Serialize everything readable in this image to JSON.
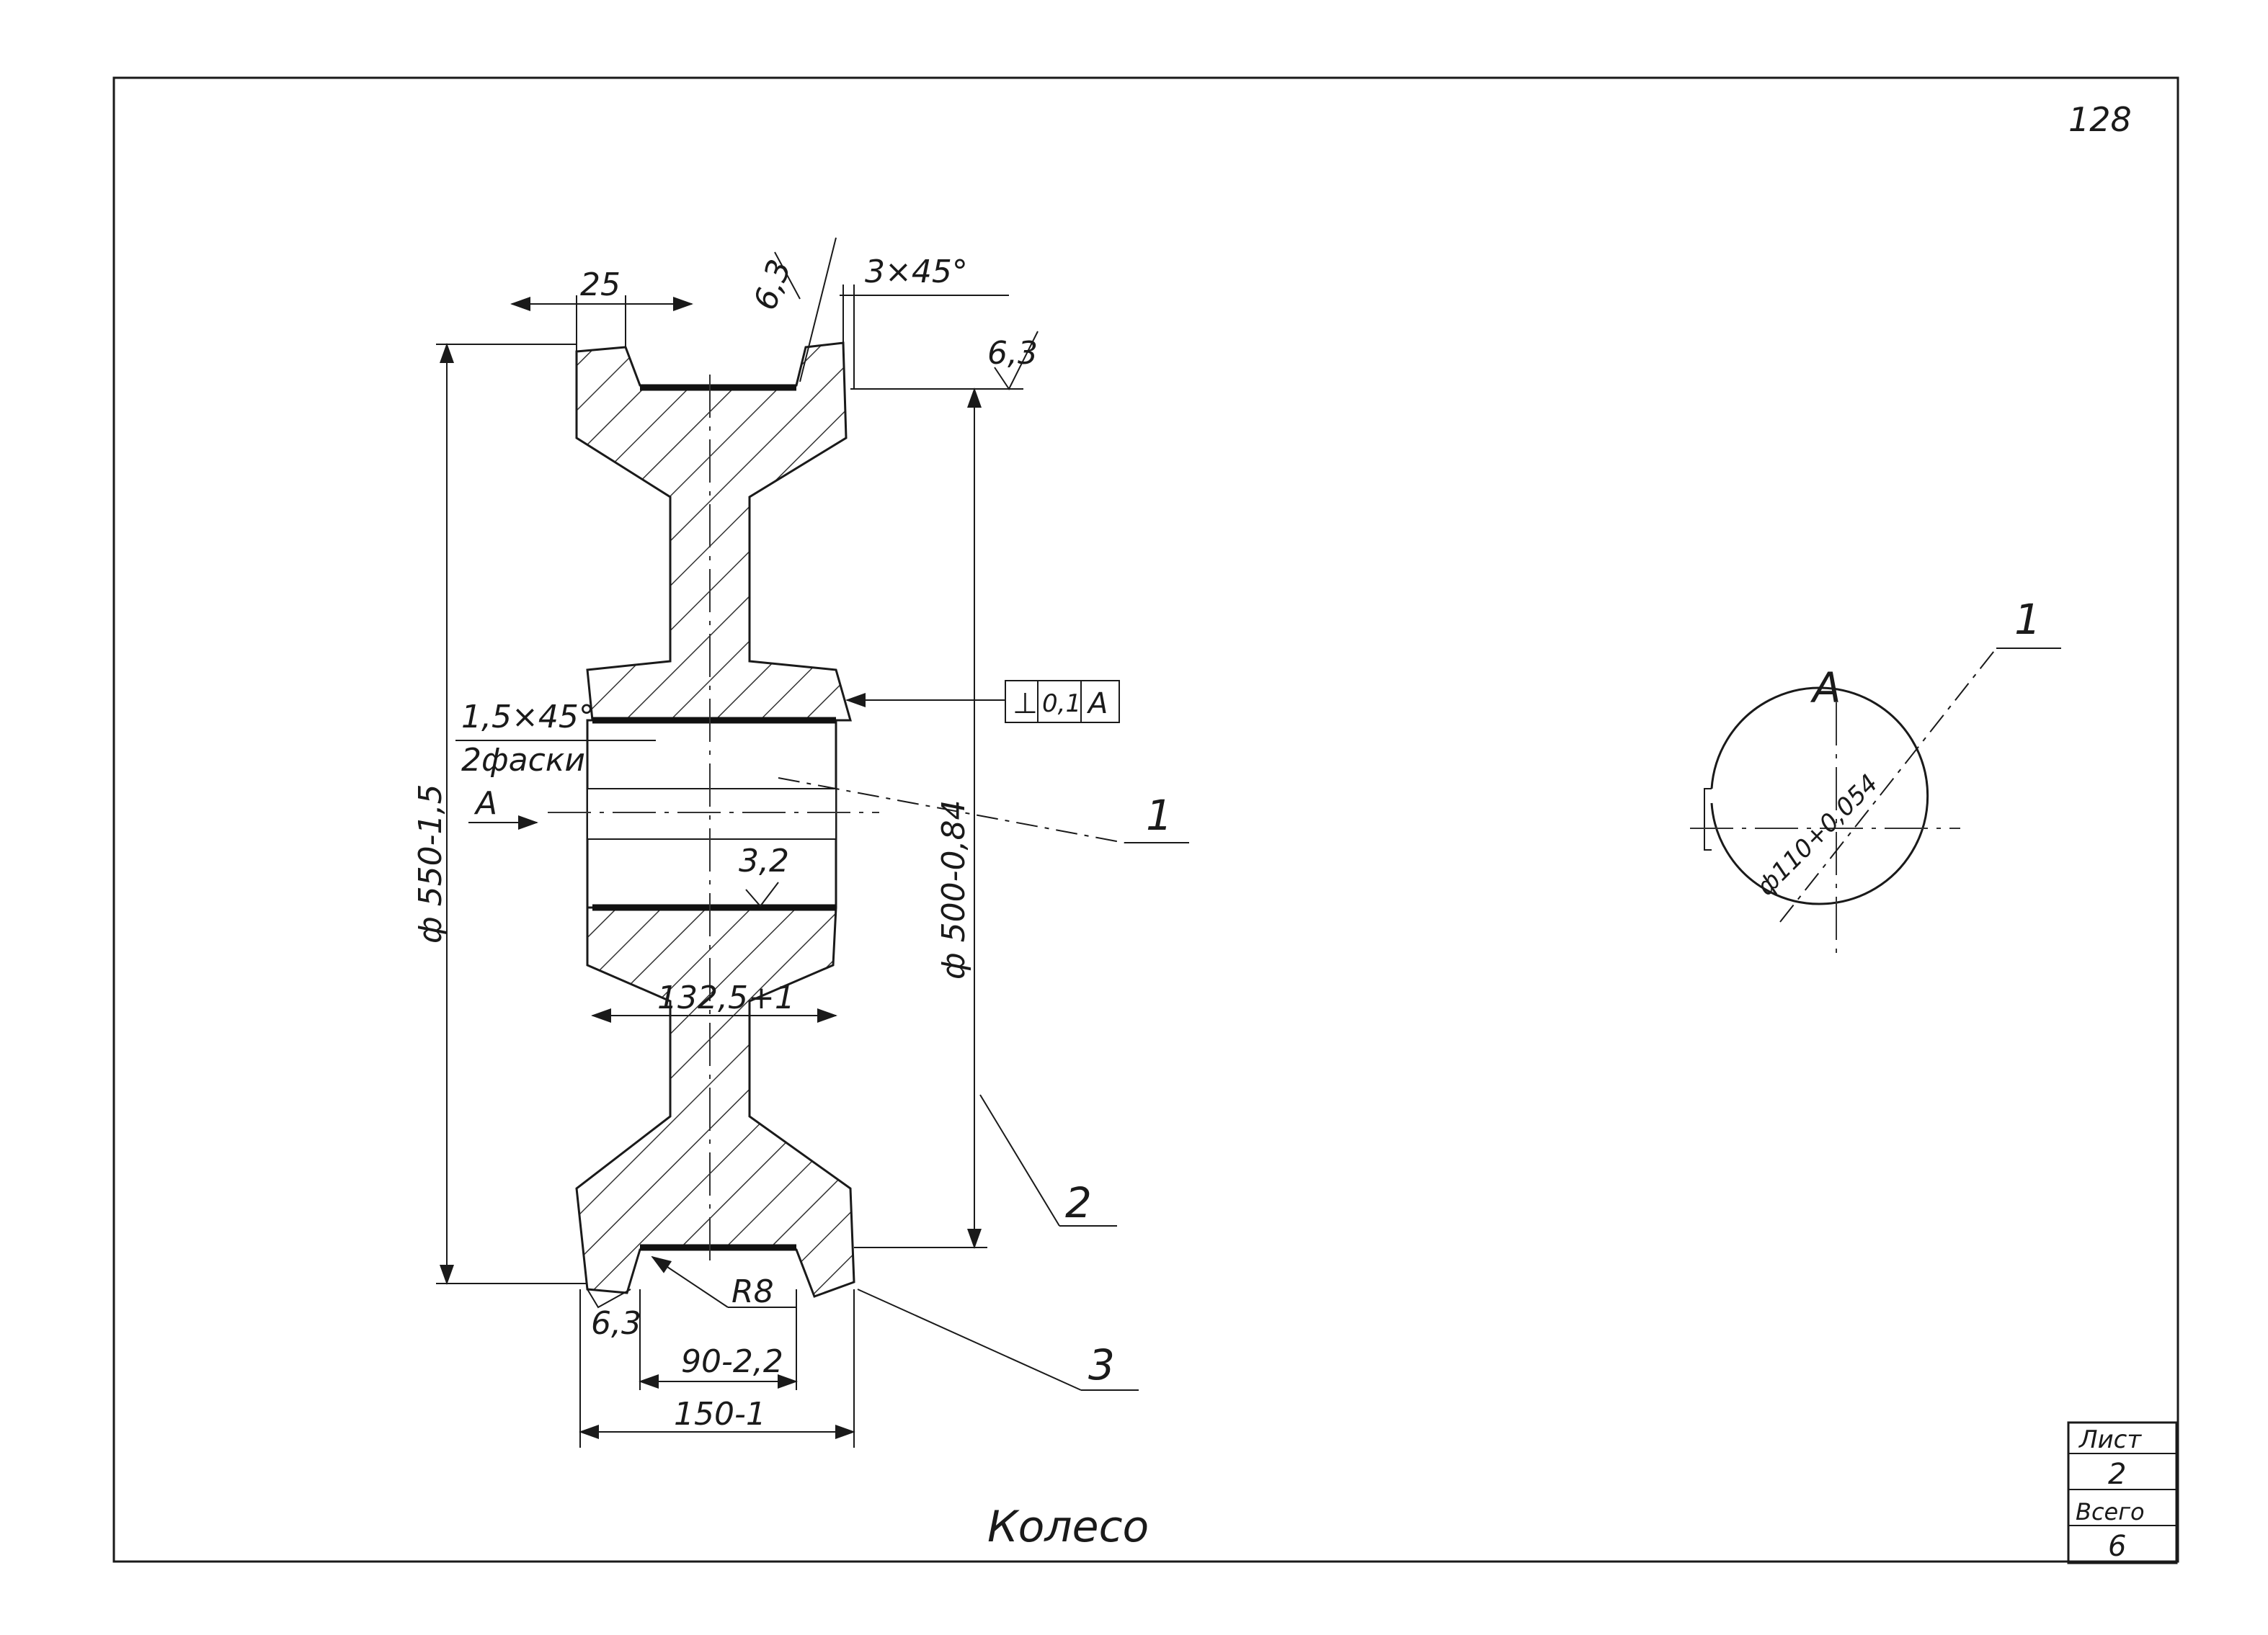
{
  "sheet": {
    "page_number": "128",
    "title": "Колесо",
    "stamp": {
      "list_label": "Лист",
      "list_value": "2",
      "total_label": "Всего",
      "total_value": "6"
    }
  },
  "dimensions": {
    "rim_width": "25",
    "roughness_flank": "6,3",
    "chamfer_rim": "3×45°",
    "roughness_top": "6,3",
    "outer_diameter": "ф 550-1,5",
    "tread_diameter": "ф 500-0,84",
    "bore_chamfer": "1,5×45°",
    "bore_chamfer_note": "2фаски",
    "bore_roughness": "3,2",
    "hub_length": "132,5+1",
    "groove_radius": "R8",
    "roughness_bottom": "6,3",
    "groove_width": "90-2,2",
    "total_width": "150-1"
  },
  "tolerance_frame": {
    "symbol": "⊥",
    "value": "0,1",
    "datum": "A"
  },
  "section_markers": {
    "left_marker": "А",
    "view_label": "А",
    "bore_dia": "ф110+0,054"
  },
  "callouts": [
    "1",
    "2",
    "3",
    "1"
  ]
}
